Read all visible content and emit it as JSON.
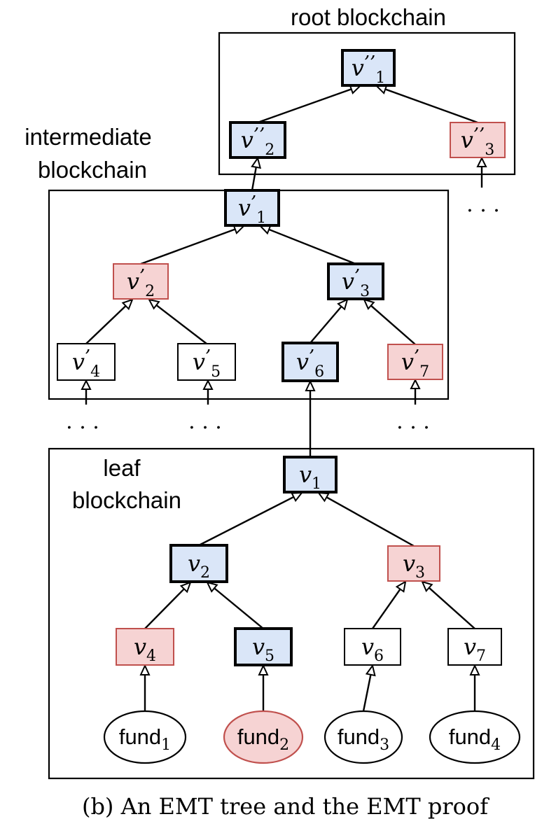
{
  "labels": {
    "root": "root blockchain",
    "intermediate_line1": "intermediate",
    "intermediate_line2": "blockchain",
    "leaf_line1": "leaf",
    "leaf_line2": "blockchain",
    "caption": "(b) An EMT tree and the EMT proof",
    "ellipsis": ". . ."
  },
  "colors": {
    "proof_fill": "#dae6f8",
    "sibling_fill": "#f6d3d3",
    "sibling_stroke": "#c0504d",
    "plain_fill": "#ffffff",
    "stroke": "#000000"
  },
  "nodes": {
    "r1": {
      "base": "v",
      "sub": "1",
      "primes": "’’",
      "role": "proof"
    },
    "r2": {
      "base": "v",
      "sub": "2",
      "primes": "’’",
      "role": "proof"
    },
    "r3": {
      "base": "v",
      "sub": "3",
      "primes": "’’",
      "role": "sibling"
    },
    "i1": {
      "base": "v",
      "sub": "1",
      "primes": "’",
      "role": "proof"
    },
    "i2": {
      "base": "v",
      "sub": "2",
      "primes": "’",
      "role": "sibling"
    },
    "i3": {
      "base": "v",
      "sub": "3",
      "primes": "’",
      "role": "proof"
    },
    "i4": {
      "base": "v",
      "sub": "4",
      "primes": "’",
      "role": "plain"
    },
    "i5": {
      "base": "v",
      "sub": "5",
      "primes": "’",
      "role": "plain"
    },
    "i6": {
      "base": "v",
      "sub": "6",
      "primes": "’",
      "role": "proof"
    },
    "i7": {
      "base": "v",
      "sub": "7",
      "primes": "’",
      "role": "sibling"
    },
    "l1": {
      "base": "v",
      "sub": "1",
      "primes": "",
      "role": "proof"
    },
    "l2": {
      "base": "v",
      "sub": "2",
      "primes": "",
      "role": "proof"
    },
    "l3": {
      "base": "v",
      "sub": "3",
      "primes": "",
      "role": "sibling"
    },
    "l4": {
      "base": "v",
      "sub": "4",
      "primes": "",
      "role": "sibling"
    },
    "l5": {
      "base": "v",
      "sub": "5",
      "primes": "",
      "role": "proof"
    },
    "l6": {
      "base": "v",
      "sub": "6",
      "primes": "",
      "role": "plain"
    },
    "l7": {
      "base": "v",
      "sub": "7",
      "primes": "",
      "role": "plain"
    }
  },
  "funds": {
    "f1": {
      "base": "fund",
      "sub": "1",
      "role": "plain"
    },
    "f2": {
      "base": "fund",
      "sub": "2",
      "role": "sibling"
    },
    "f3": {
      "base": "fund",
      "sub": "3",
      "role": "plain"
    },
    "f4": {
      "base": "fund",
      "sub": "4",
      "role": "plain"
    }
  },
  "edges": [
    [
      "r2",
      "r1"
    ],
    [
      "r3",
      "r1"
    ],
    [
      "i1",
      "r2"
    ],
    [
      "i2",
      "i1"
    ],
    [
      "i3",
      "i1"
    ],
    [
      "i4",
      "i2"
    ],
    [
      "i5",
      "i2"
    ],
    [
      "i6",
      "i3"
    ],
    [
      "i7",
      "i3"
    ],
    [
      "l1",
      "i6"
    ],
    [
      "l2",
      "l1"
    ],
    [
      "l3",
      "l1"
    ],
    [
      "l4",
      "l2"
    ],
    [
      "l5",
      "l2"
    ],
    [
      "l6",
      "l3"
    ],
    [
      "l7",
      "l3"
    ],
    [
      "f1",
      "l4"
    ],
    [
      "f2",
      "l5"
    ],
    [
      "f3",
      "l6"
    ],
    [
      "f4",
      "l7"
    ]
  ]
}
